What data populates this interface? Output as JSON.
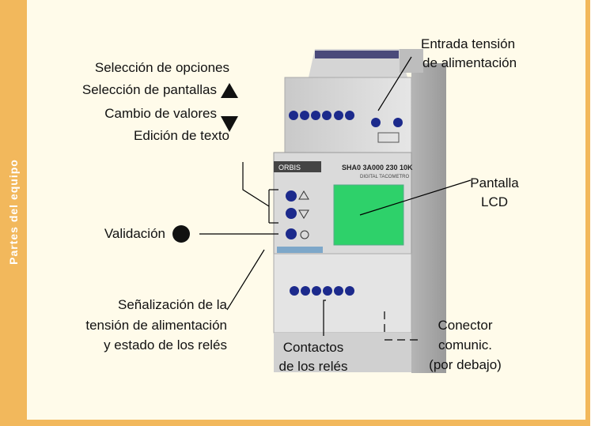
{
  "sidebar": {
    "title": "Partes del equipo"
  },
  "labels": {
    "seleccion_opciones": "Selección de opciones",
    "seleccion_pantallas": "Selección de pantallas",
    "cambio_valores": "Cambio de valores",
    "edicion_texto": "Edición de texto",
    "validacion": "Validación",
    "entrada_l1": "Entrada tensión",
    "entrada_l2": "de alimentación",
    "pantalla_l1": "Pantalla",
    "pantalla_l2": "LCD",
    "senal_l1": "Señalización de la",
    "senal_l2": "tensión de alimentación",
    "senal_l3": "y estado de los relés",
    "contactos_l1": "Contactos",
    "contactos_l2": "de los relés",
    "conector_l1": "Conector",
    "conector_l2": "comunic.",
    "conector_l3": "(por debajo)"
  },
  "device": {
    "brand": "ORBIS",
    "model": "SHA0 3A000 230 10K",
    "subtitle": "DIGITAL TACOMETRO"
  },
  "colors": {
    "accent": "#f2b85c",
    "panel": "#fffbea",
    "button": "#1c2a8c",
    "line": "#000000"
  }
}
